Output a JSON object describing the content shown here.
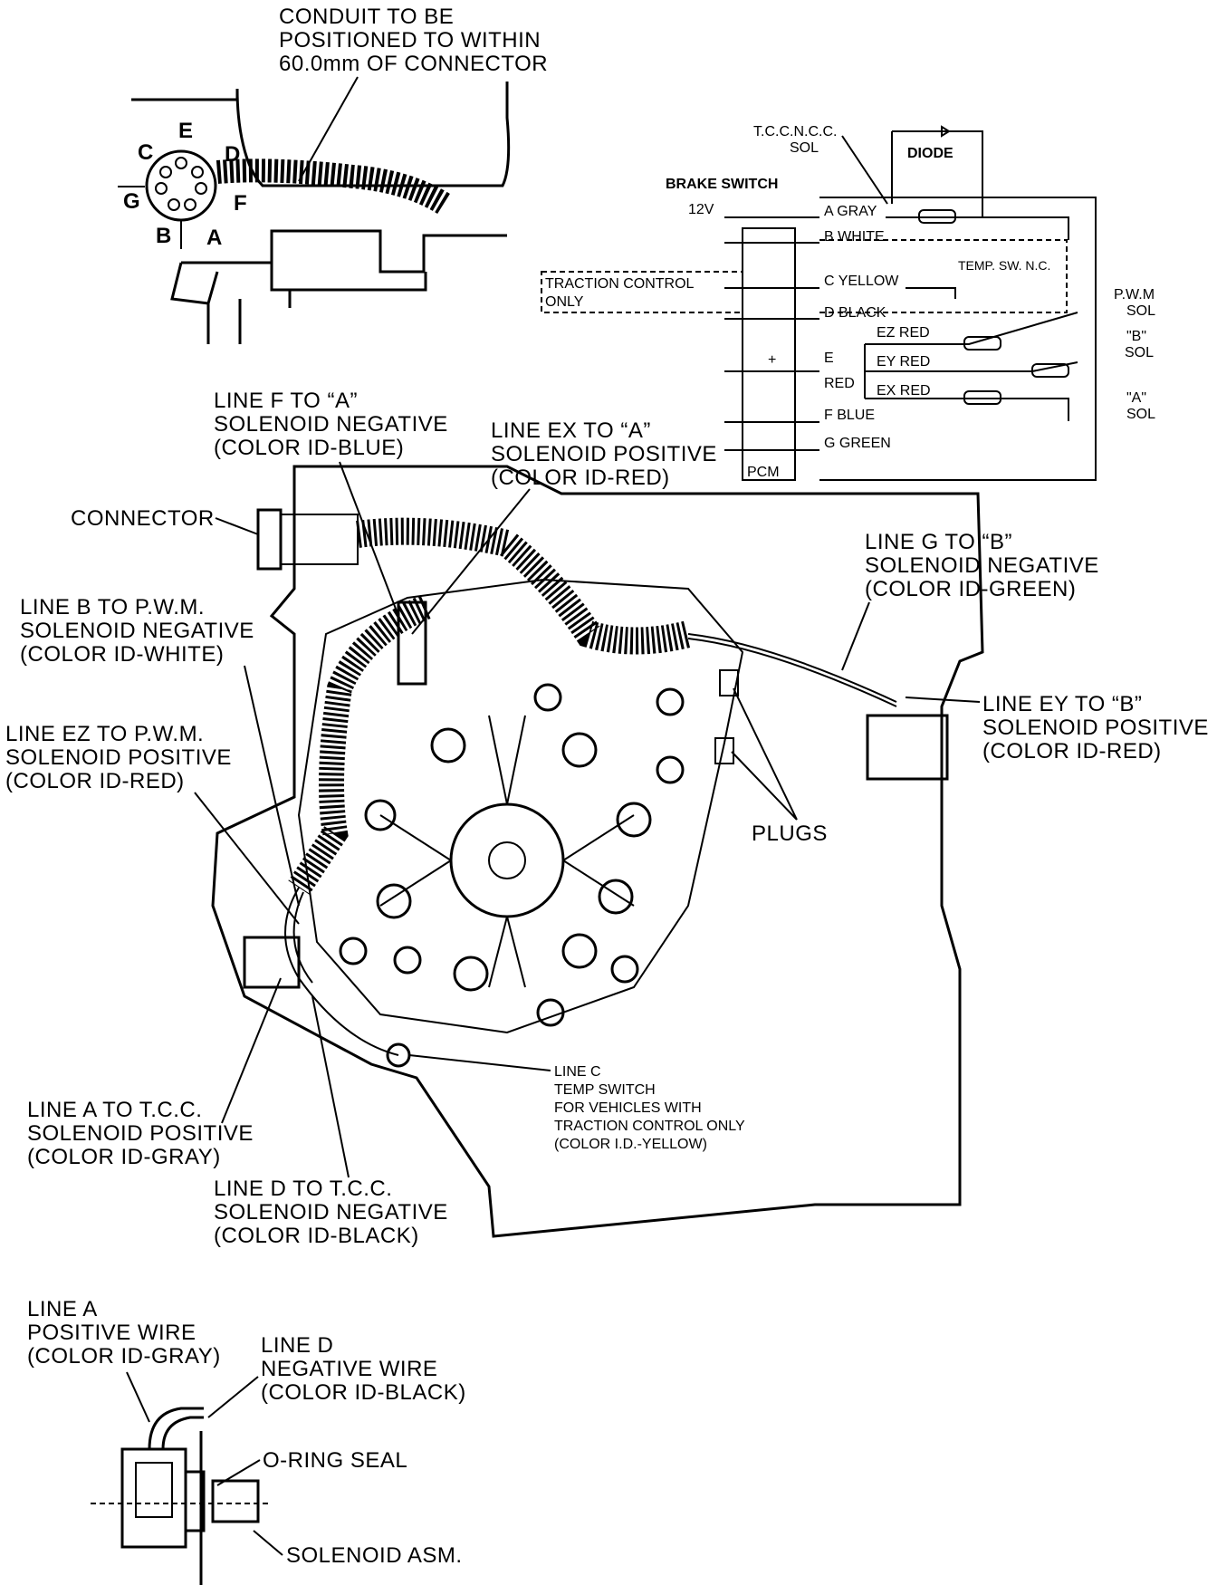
{
  "labels": {
    "conduit": [
      "CONDUIT TO BE",
      "POSITIONED TO WITHIN",
      "60.0mm OF CONNECTOR"
    ],
    "pins": [
      "A",
      "B",
      "C",
      "D",
      "E",
      "F",
      "G"
    ],
    "line_f": [
      "LINE F TO “A”",
      "SOLENOID NEGATIVE",
      "(COLOR ID-BLUE)"
    ],
    "line_ex": [
      "LINE EX TO “A”",
      "SOLENOID POSITIVE",
      "(COLOR ID-RED)"
    ],
    "connector": "CONNECTOR",
    "line_g": [
      "LINE G TO “B”",
      "SOLENOID NEGATIVE",
      "(COLOR ID-GREEN)"
    ],
    "line_b": [
      "LINE B TO P.W.M.",
      "SOLENOID NEGATIVE",
      "(COLOR ID-WHITE)"
    ],
    "line_ey": [
      "LINE EY TO “B”",
      "SOLENOID POSITIVE",
      "(COLOR ID-RED)"
    ],
    "line_ez": [
      "LINE EZ TO P.W.M.",
      "SOLENOID POSITIVE",
      "(COLOR ID-RED)"
    ],
    "plugs": "PLUGS",
    "line_c": [
      "LINE C",
      "TEMP SWITCH",
      "FOR VEHICLES WITH",
      "TRACTION CONTROL ONLY",
      "(COLOR I.D.-YELLOW)"
    ],
    "line_a": [
      "LINE A TO T.C.C.",
      "SOLENOID POSITIVE",
      "(COLOR ID-GRAY)"
    ],
    "line_d": [
      "LINE D TO T.C.C.",
      "SOLENOID NEGATIVE",
      "(COLOR ID-BLACK)"
    ],
    "bottom_line_a": [
      "LINE A",
      "POSITIVE WIRE",
      "(COLOR ID-GRAY)"
    ],
    "bottom_line_d": [
      "LINE D",
      "NEGATIVE WIRE",
      "(COLOR ID-BLACK)"
    ],
    "oring": "O-RING SEAL",
    "solenoid_asm": "SOLENOID ASM."
  },
  "schematic": {
    "tcc_sol": [
      "T.C.C.N.C.C.",
      "SOL"
    ],
    "diode": "DIODE",
    "brake_switch": "BRAKE SWITCH",
    "v12": "12V",
    "wires": [
      "A GRAY",
      "B WHITE",
      "C YELLOW",
      "D BLACK",
      "E",
      "RED",
      "F BLUE",
      "G GREEN"
    ],
    "ez": "EZ RED",
    "ey": "EY RED",
    "ex": "EX RED",
    "temp_sw": "TEMP. SW. N.C.",
    "traction": [
      "TRACTION CONTROL",
      "ONLY"
    ],
    "pwm_sol": [
      "P.W.M",
      "SOL"
    ],
    "b_sol": [
      "\"B\"",
      "SOL"
    ],
    "a_sol": [
      "\"A\"",
      "SOL"
    ],
    "pcm": "PCM",
    "plus": "+"
  }
}
